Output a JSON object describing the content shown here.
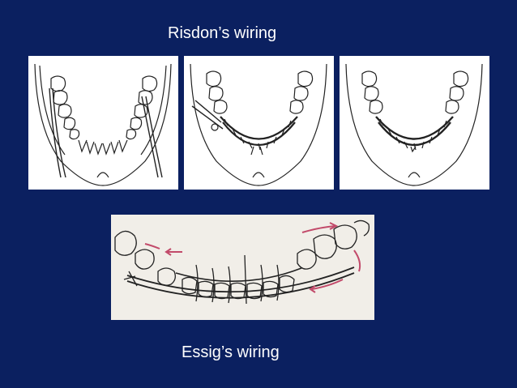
{
  "slide": {
    "title_top": "Risdon’s wiring",
    "title_bottom": "Essig’s wiring",
    "background_color": "#0b2060"
  },
  "figures": [
    {
      "name": "risdon-stage-1"
    },
    {
      "name": "risdon-stage-2"
    },
    {
      "name": "risdon-stage-3"
    },
    {
      "name": "essig-wiring"
    }
  ]
}
